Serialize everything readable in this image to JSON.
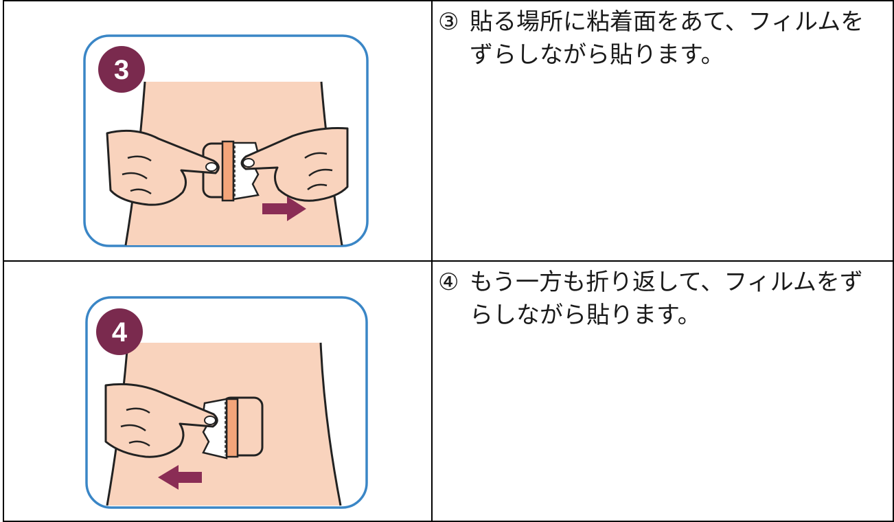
{
  "steps": [
    {
      "marker": "③",
      "badge": "3",
      "text": "貼る場所に粘着面をあて、フィルムをずらしながら貼ります。",
      "arrow_direction": "right"
    },
    {
      "marker": "④",
      "badge": "4",
      "text": "もう一方も折り返して、フィルムをずらしながら貼ります。",
      "arrow_direction": "left"
    }
  ],
  "colors": {
    "frame": "#3a86c6",
    "badge": "#7a2a4e",
    "skin": "#f9d3bd",
    "patch_orange": "#f4a57a",
    "arrow": "#8a2d55"
  }
}
